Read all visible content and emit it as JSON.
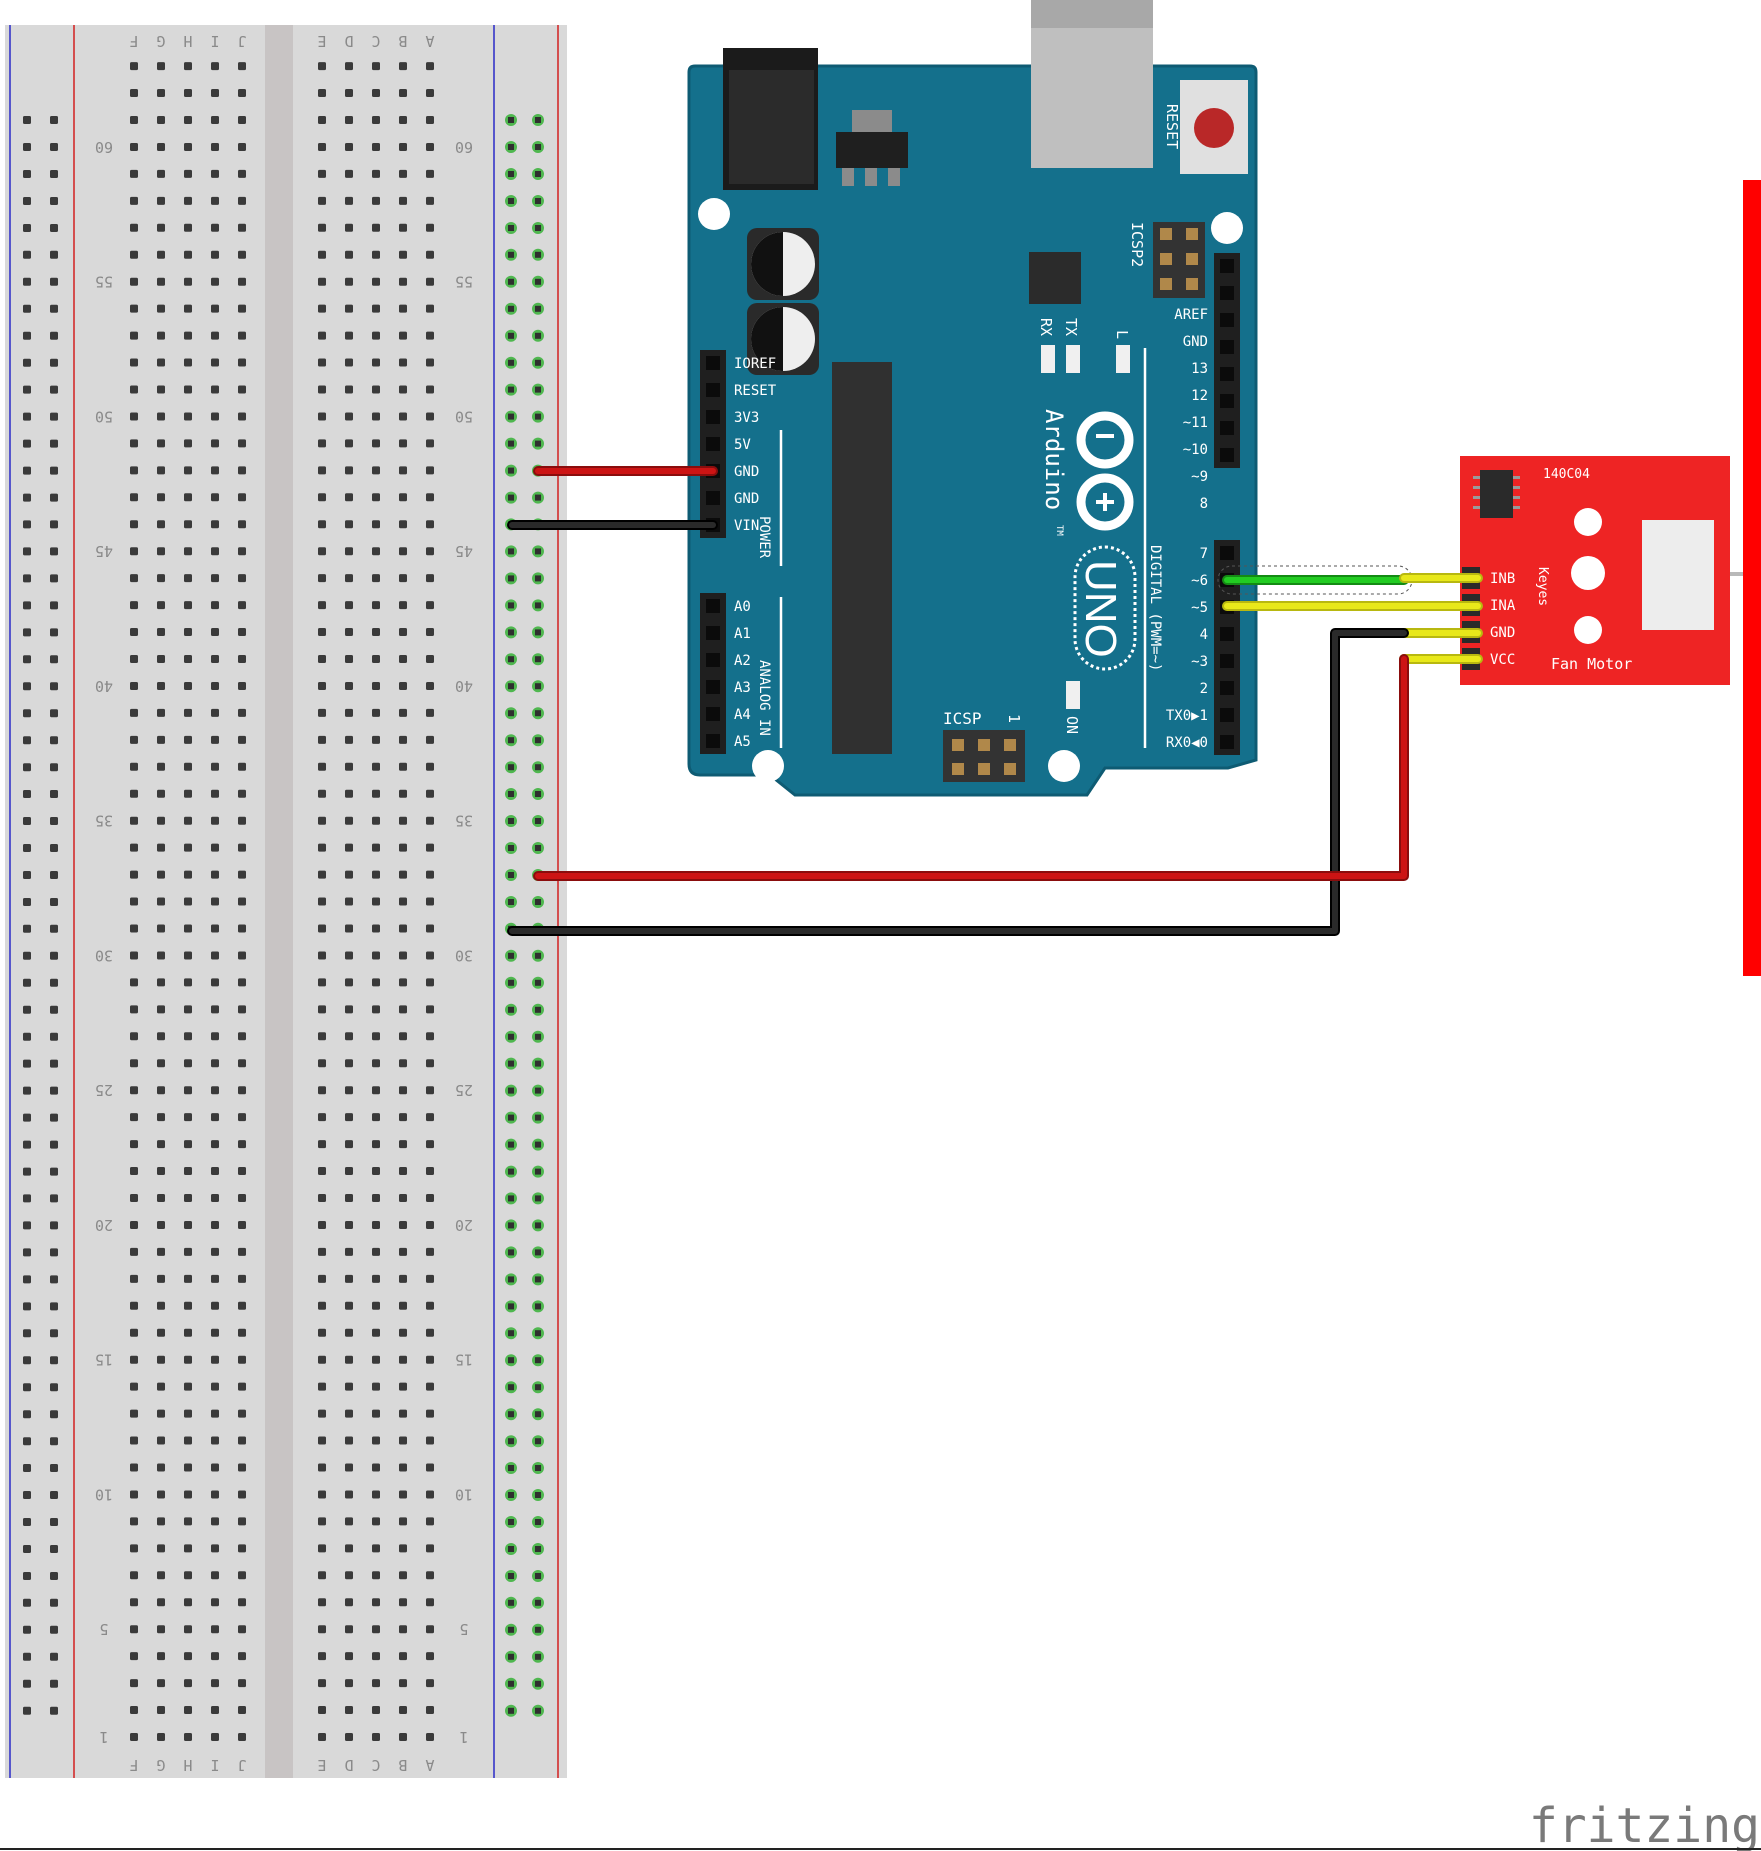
{
  "breadboard": {
    "column_letters_left": [
      "J",
      "I",
      "H",
      "G",
      "F"
    ],
    "column_letters_right": [
      "E",
      "D",
      "C",
      "B",
      "A"
    ],
    "row_labels": [
      "60",
      "55",
      "50",
      "45",
      "40",
      "35",
      "30",
      "25",
      "20",
      "15",
      "10",
      "5",
      "1"
    ]
  },
  "arduino": {
    "brand": "Arduino",
    "trademark": "TM",
    "model": "UNO",
    "reset_label": "RESET",
    "icsp2_label": "ICSP2",
    "icsp_label": "ICSP",
    "icsp_pin1": "1",
    "tx_label": "TX",
    "rx_label": "RX",
    "l_label": "L",
    "on_label": "ON",
    "digital_label": "DIGITAL (PWM=~)",
    "power_label": "POWER",
    "analog_label": "ANALOG IN",
    "power_pins": [
      "IOREF",
      "RESET",
      "3V3",
      "5V",
      "GND",
      "GND",
      "VIN"
    ],
    "analog_pins": [
      "A0",
      "A1",
      "A2",
      "A3",
      "A4",
      "A5"
    ],
    "digital_top_pins": [
      "AREF",
      "GND",
      "13",
      "12",
      "~11",
      "~10",
      "~9",
      "8"
    ],
    "digital_bottom_pins": [
      "7",
      "~6",
      "~5",
      "4",
      "~3",
      "2",
      "TX0▶1",
      "RX0◀0"
    ]
  },
  "fan_module": {
    "chip_label": "140C04",
    "side_label": "Keyes",
    "name": "Fan Motor",
    "pins": [
      "INB",
      "INA",
      "GND",
      "VCC"
    ]
  },
  "colors": {
    "breadboard": "#d9d9d9",
    "arduino": "#14708c",
    "module": "#ee2424",
    "wire_red": "#cc1414",
    "wire_black": "#1e1e1e",
    "wire_green": "#22cc22",
    "wire_yellow": "#e8e81a"
  },
  "watermark": "fritzing"
}
